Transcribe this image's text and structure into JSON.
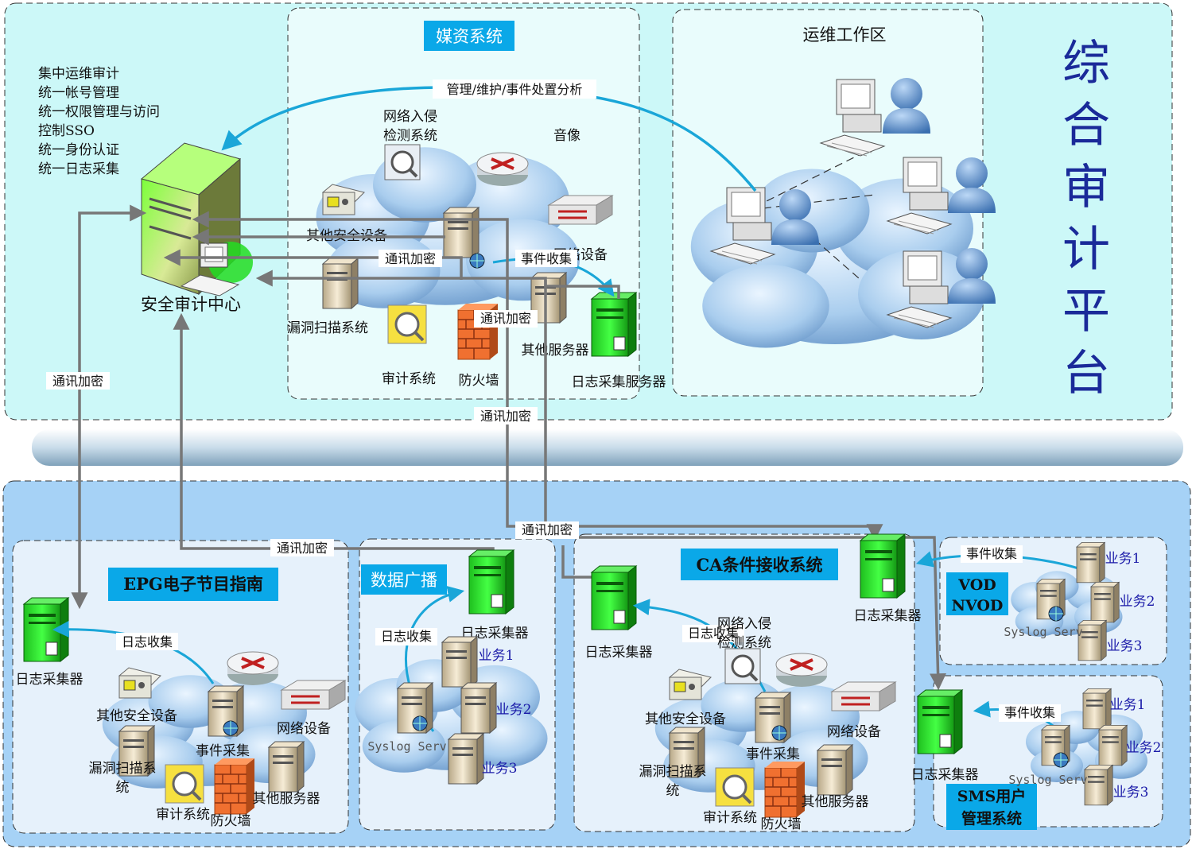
{
  "platform": {
    "title": "综合审计平台",
    "features": [
      "集中运维审计",
      "统一帐号管理",
      "统一权限管理与访问",
      "控制SSO",
      "统一身份认证",
      "统一日志采集"
    ],
    "center_label": "安全审计中心"
  },
  "media_system": {
    "title": "媒资系统",
    "ids_label": [
      "网络入侵",
      "检测系统"
    ],
    "audio_label": "音像",
    "other_security": "其他安全设备",
    "network_device": "网络设备",
    "vuln_scan": "漏洞扫描系统",
    "audit_system": "审计系统",
    "firewall": "防火墙",
    "other_servers": "其他服务器",
    "log_server": "日志采集服务器",
    "event_collect": "事件收集"
  },
  "ops_zone": {
    "title": "运维工作区"
  },
  "arrows": {
    "management": "管理/维护/事件处置分析",
    "encrypt": "通讯加密"
  },
  "epg": {
    "title": "EPG电子节目指南",
    "log_collector": "日志采集器",
    "log_collect": "日志收集",
    "other_security": "其他安全设备",
    "network_device": "网络设备",
    "event_collect": "事件采集",
    "vuln_scan": [
      "漏洞扫描系",
      "统"
    ],
    "audit_system": "审计系统",
    "firewall": "防火墙",
    "other_servers": "其他服务器"
  },
  "broadcast": {
    "title": "数据广播",
    "log_collect": "日志收集",
    "log_collector": "日志采集器",
    "biz1": "业务1",
    "biz2": "业务2",
    "biz3": "业务3",
    "syslog": "Syslog Serv"
  },
  "ca": {
    "title": "CA条件接收系统",
    "log_collector": "日志采集器",
    "log_collect": "日志收集",
    "ids_label": [
      "网络入侵",
      "检测系统"
    ],
    "other_security": "其他安全设备",
    "network_device": "网络设备",
    "event_collect": "事件采集",
    "vuln_scan": [
      "漏洞扫描系",
      "统"
    ],
    "audit_system": "审计系统",
    "firewall": "防火墙",
    "other_servers": "其他服务器",
    "right_log_collector": "日志采集器"
  },
  "vod": {
    "title": [
      "VOD",
      "NVOD"
    ],
    "event_collect": "事件收集",
    "biz1": "业务1",
    "biz2": "业务2",
    "biz3": "业务3",
    "syslog": "Syslog Serv"
  },
  "sms": {
    "title": [
      "SMS用户",
      "管理系统"
    ],
    "log_collector": "日志采集器",
    "event_collect": "事件收集",
    "biz1": "业务1",
    "biz2": "业务2",
    "biz3": "业务3",
    "syslog": "Syslog Serv"
  },
  "colors": {
    "top_bg": "#ccf8f8",
    "bottom_bg": "#a6d2f6",
    "title_box": "#0aa8e8",
    "arrow_blue": "#1aa6d8",
    "arrow_gray": "#777777",
    "platform_title": "#1a2a99",
    "green_server": "#22dd22"
  }
}
